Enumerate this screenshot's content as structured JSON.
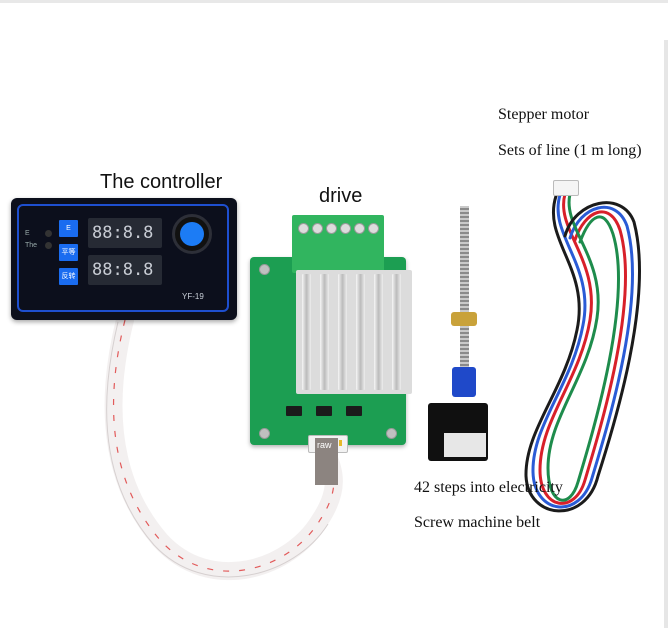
{
  "labels": {
    "controller": "The controller",
    "drive": "drive",
    "stepper_motor": "Stepper motor",
    "line_set": "Sets of line (1 m long)",
    "steps": "42 steps into electricity",
    "belt": "Screw machine belt"
  },
  "controller": {
    "led_e": "E",
    "led_the": "The",
    "button_e": "E",
    "button_level": "平等",
    "button_reverse": "反转",
    "display_1": "88:8.8",
    "display_2": "88:8.8",
    "model": "YF-19"
  },
  "drive": {
    "tag": "raw"
  },
  "colors": {
    "board_green": "#1c9e52",
    "controller_black": "#0c0f1c",
    "button_blue": "#1a6cf0",
    "cable_red": "#d8202a",
    "cable_blue": "#2a5bd6",
    "cable_green": "#1e8c4c"
  }
}
